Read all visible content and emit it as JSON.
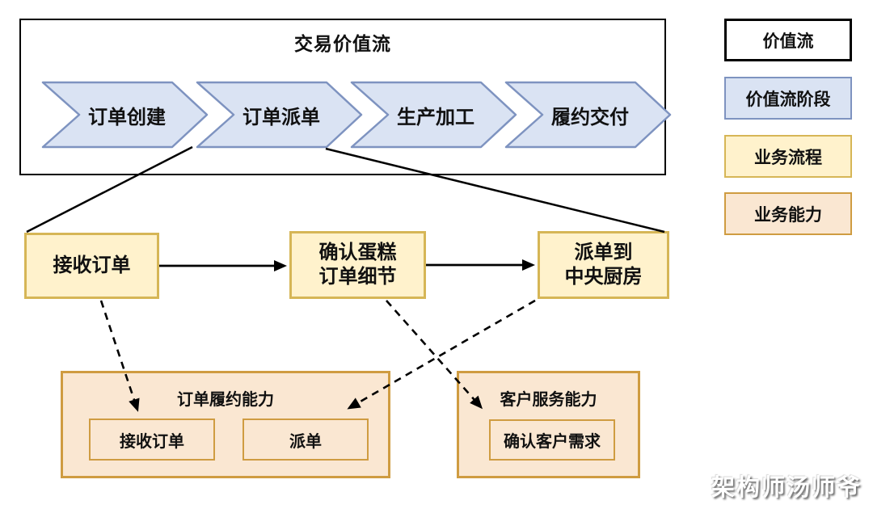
{
  "value_stream": {
    "title": "交易价值流",
    "stages": [
      {
        "label": "订单创建"
      },
      {
        "label": "订单派单"
      },
      {
        "label": "生产加工"
      },
      {
        "label": "履约交付"
      }
    ]
  },
  "processes": [
    {
      "label": "接收订单"
    },
    {
      "label": "确认蛋糕\n订单细节"
    },
    {
      "label": "派单到\n中央厨房"
    }
  ],
  "capabilities": [
    {
      "title": "订单履约能力",
      "items": [
        {
          "label": "接收订单"
        },
        {
          "label": "派单"
        }
      ]
    },
    {
      "title": "客户服务能力",
      "items": [
        {
          "label": "确认客户需求"
        }
      ]
    }
  ],
  "legend": [
    {
      "label": "价值流"
    },
    {
      "label": "价值流阶段"
    },
    {
      "label": "业务流程"
    },
    {
      "label": "业务能力"
    }
  ],
  "watermark": "架构师汤师爷",
  "colors": {
    "stage_fill": "#dae3f3",
    "stage_border": "#7e93c0",
    "process_fill": "#fff2cc",
    "process_border": "#d6b656",
    "capability_fill": "#fae7d2",
    "capability_border": "#cf9c41",
    "connector": "#000000"
  }
}
